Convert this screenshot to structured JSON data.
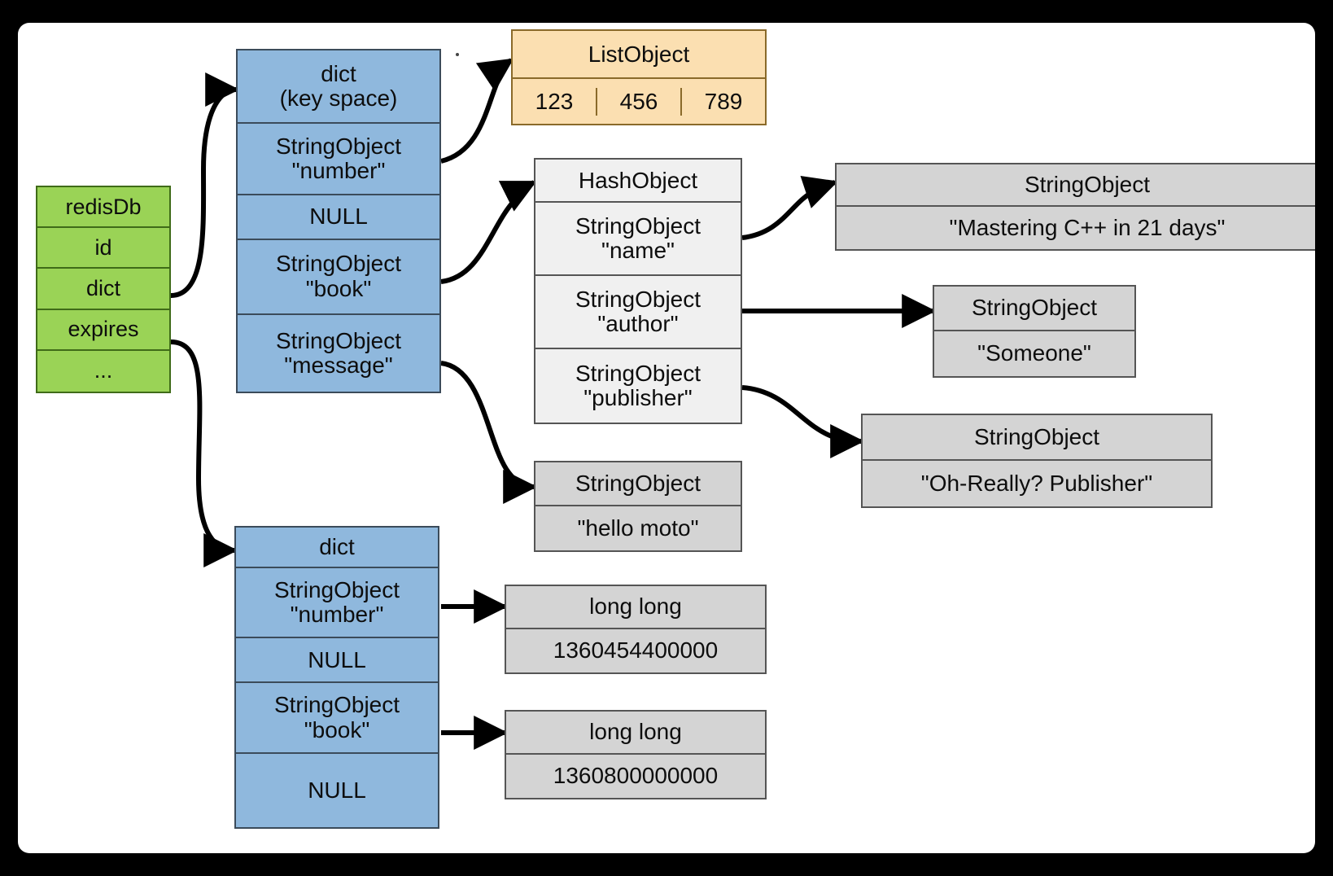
{
  "diagram": {
    "title": "redisDb key space object graph",
    "colors": {
      "green": "#9ad356",
      "blue": "#8fb8dd",
      "orange": "#fbdfb1",
      "gray": "#d4d4d4",
      "light": "#f0f0f0",
      "border": "#4d4d4d",
      "canvas": "#ffffff",
      "page": "#000000"
    },
    "nodes": {
      "redisdb": {
        "name": "redisDb",
        "rows": [
          "redisDb",
          "id",
          "dict",
          "expires",
          "..."
        ]
      },
      "keyspace_dict": {
        "name": "dict (key space)",
        "rows": [
          "dict\n(key space)",
          "StringObject\n\"number\"",
          "NULL",
          "StringObject\n\"book\"",
          "StringObject\n\"message\""
        ]
      },
      "list_object": {
        "header": "ListObject",
        "cells": [
          "123",
          "456",
          "789"
        ]
      },
      "hash_object": {
        "rows": [
          "HashObject",
          "StringObject\n\"name\"",
          "StringObject\n\"author\"",
          "StringObject\n\"publisher\""
        ]
      },
      "string_mastering": {
        "header": "StringObject",
        "value": "\"Mastering C++ in 21 days\""
      },
      "string_someone": {
        "header": "StringObject",
        "value": "\"Someone\""
      },
      "string_publisher": {
        "header": "StringObject",
        "value": "\"Oh-Really? Publisher\""
      },
      "string_hello": {
        "header": "StringObject",
        "value": "\"hello moto\""
      },
      "expires_dict": {
        "rows": [
          "dict",
          "StringObject\n\"number\"",
          "NULL",
          "StringObject\n\"book\"",
          "NULL"
        ]
      },
      "longlong_number": {
        "header": "long long",
        "value": "1360454400000"
      },
      "longlong_book": {
        "header": "long long",
        "value": "1360800000000"
      }
    }
  }
}
